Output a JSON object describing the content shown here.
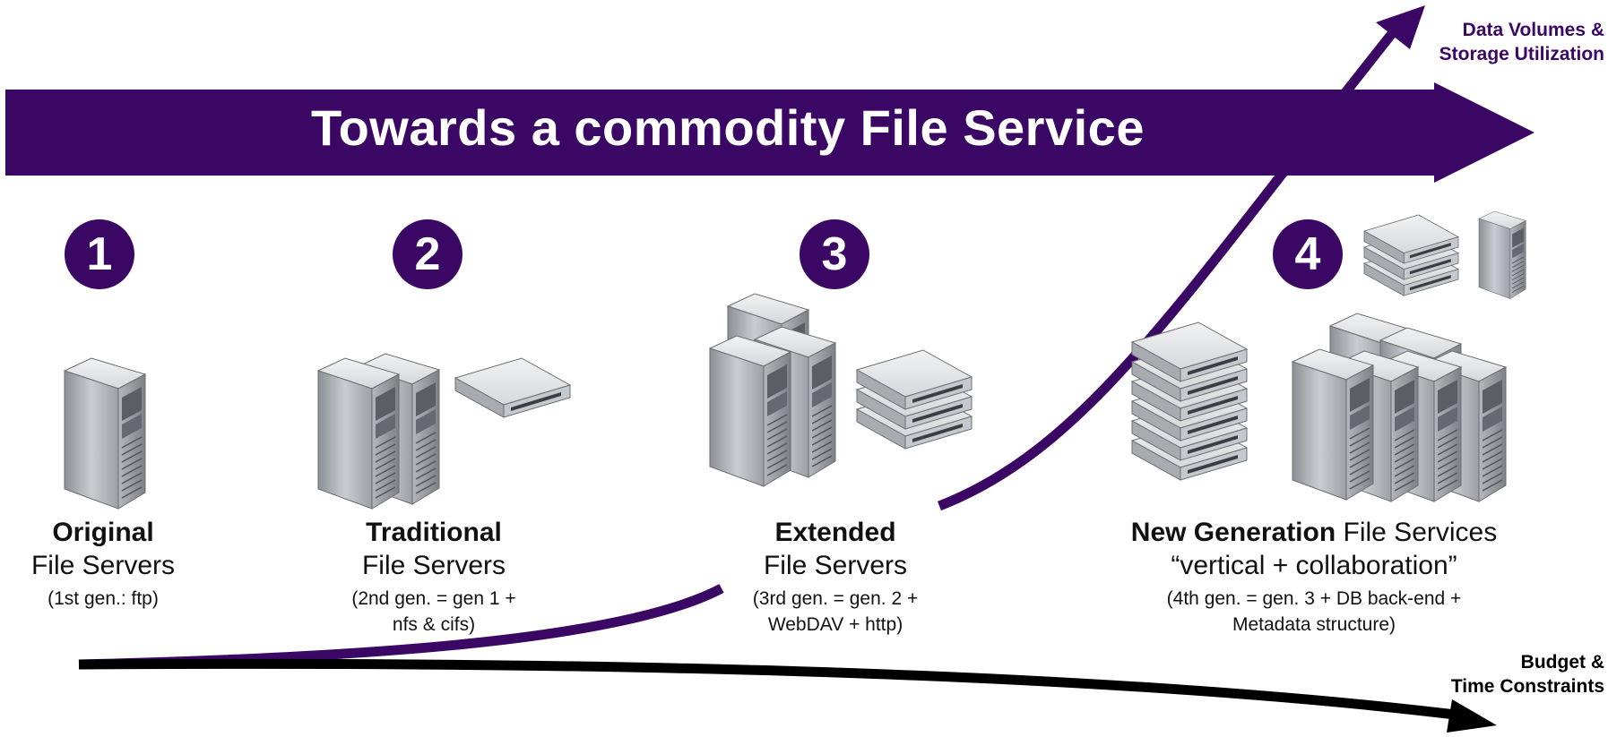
{
  "banner": {
    "title": "Towards a commodity File Service"
  },
  "axes": {
    "up_label_line1": "Data Volumes &",
    "up_label_line2": "Storage Utilization",
    "right_label_line1": "Budget &",
    "right_label_line2": "Time Constraints"
  },
  "generations": [
    {
      "number": "1",
      "name_bold": "Original",
      "name_rest": "",
      "line2": "File Servers",
      "note_line1": "(1st gen.: ftp)",
      "note_line2": ""
    },
    {
      "number": "2",
      "name_bold": "Traditional",
      "name_rest": "",
      "line2": "File Servers",
      "note_line1": "(2nd gen. = gen 1 +",
      "note_line2": "nfs & cifs)"
    },
    {
      "number": "3",
      "name_bold": "Extended",
      "name_rest": "",
      "line2": "File Servers",
      "note_line1": "(3rd gen. = gen. 2 +",
      "note_line2": "WebDAV + http)"
    },
    {
      "number": "4",
      "name_bold": "New Generation",
      "name_rest": " File Services",
      "line2": "“vertical + collaboration”",
      "note_line1": "(4th gen. = gen. 3 + DB back-end +",
      "note_line2": "Metadata structure)"
    }
  ],
  "colors": {
    "accent": "#3b0764",
    "axis": "#000000"
  }
}
